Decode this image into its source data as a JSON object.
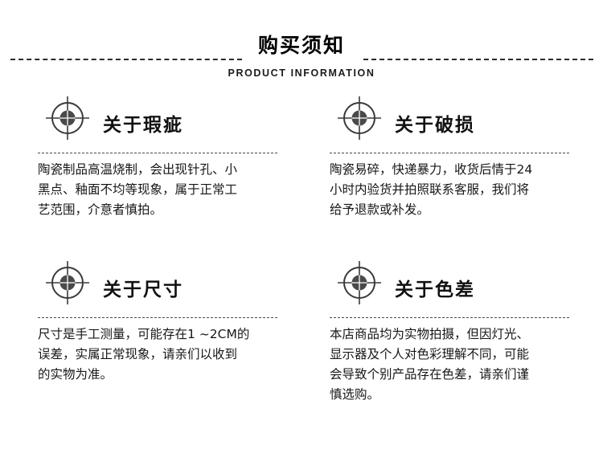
{
  "header": {
    "title": "购买须知",
    "subtitle": "PRODUCT INFORMATION"
  },
  "colors": {
    "background": "#ffffff",
    "text": "#171717",
    "title": "#000000",
    "rule": "#2b2b2b",
    "icon_ring": "#3a3a3a",
    "icon_center": "#4a4a4a"
  },
  "sections": [
    {
      "icon": "crosshair-target-icon",
      "title": "关于瑕疵",
      "lines": [
        "陶瓷制品高温烧制，会出现针孔、小",
        "黑点、釉面不均等现象，属于正常工",
        "艺范围，介意者慎拍。"
      ]
    },
    {
      "icon": "crosshair-target-icon",
      "title": "关于破损",
      "lines": [
        "陶瓷易碎，快递暴力，收货后情于24",
        "小时内验货并拍照联系客服，我们将",
        "给予退款或补发。"
      ]
    },
    {
      "icon": "crosshair-target-icon",
      "title": "关于尺寸",
      "lines": [
        "尺寸是手工测量，可能存在1 ~2CM的",
        "误差，实属正常现象，请亲们以收到",
        "的实物为准。"
      ]
    },
    {
      "icon": "crosshair-target-icon",
      "title": "关于色差",
      "lines": [
        "本店商品均为实物拍摄，但因灯光、",
        "显示器及个人对色彩理解不同，可能",
        "会导致个别产品存在色差，请亲们谨",
        "慎选购。"
      ]
    }
  ]
}
